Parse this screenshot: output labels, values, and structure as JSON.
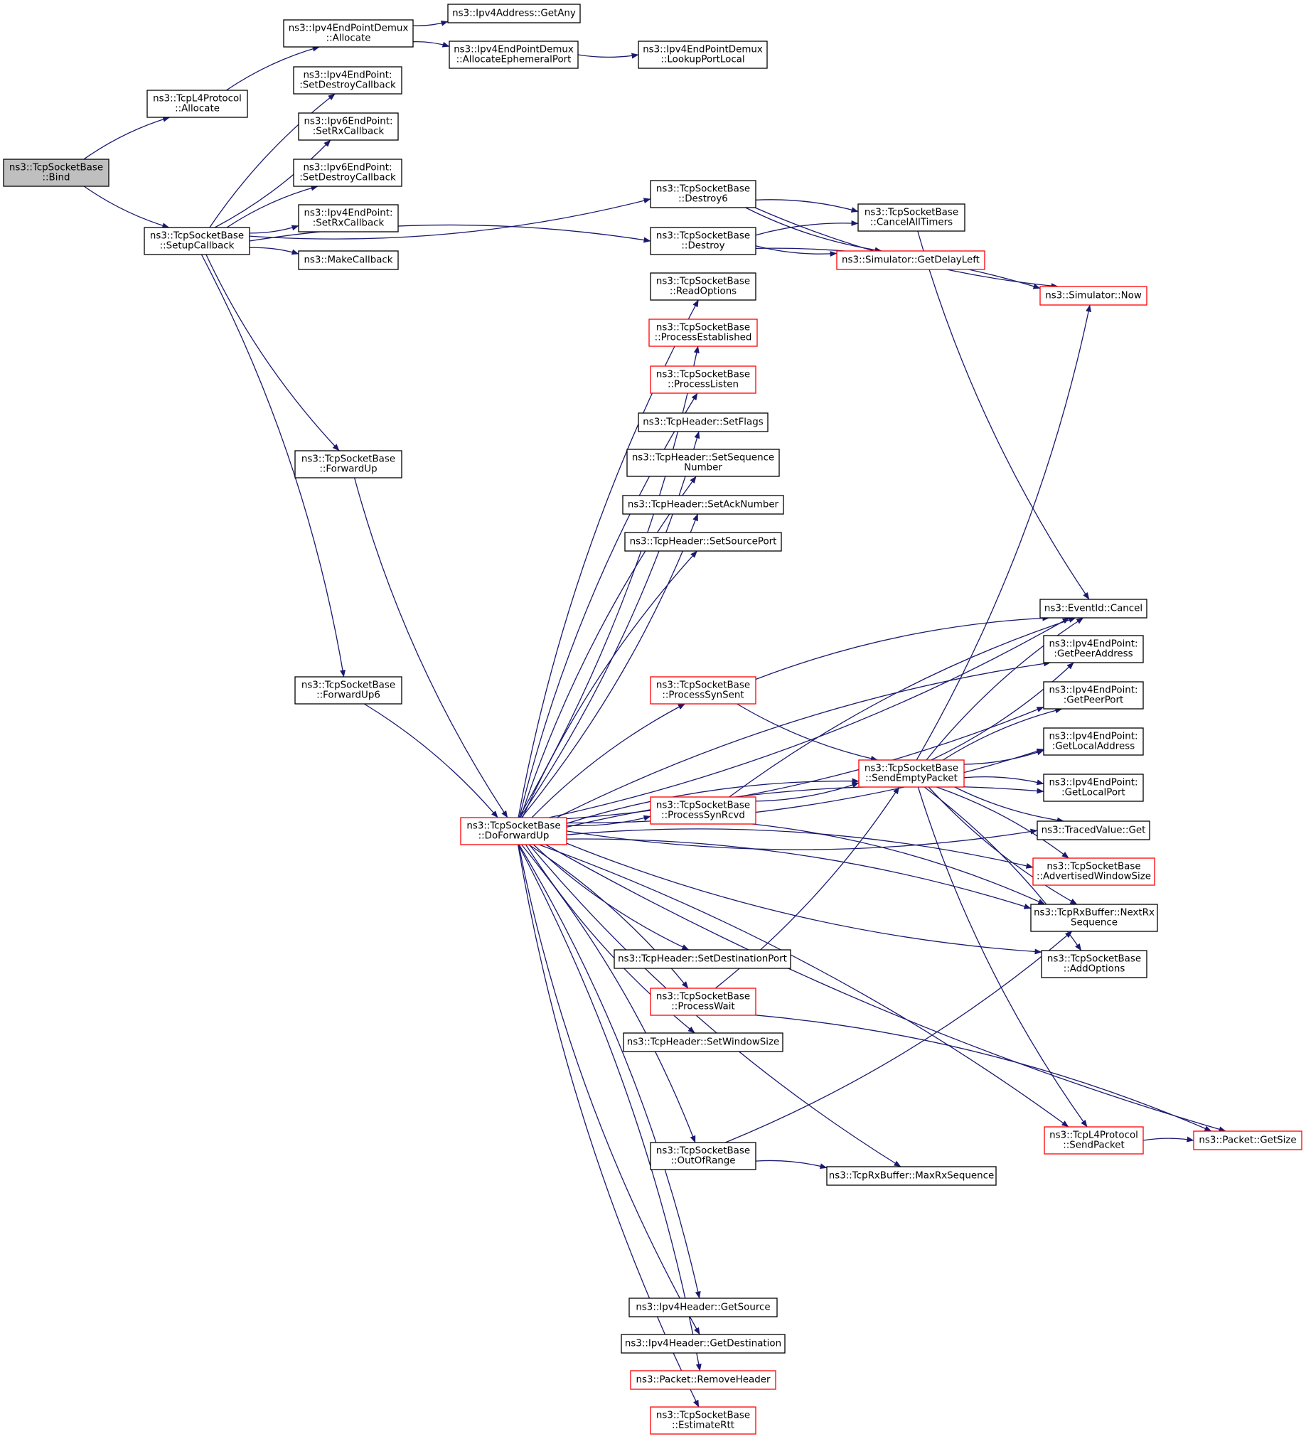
{
  "colors": {
    "edge": "#191970",
    "node_border": "#000000",
    "node_border_truncated": "#ff0000",
    "node_fill": "#ffffff",
    "root_fill": "#bfbfbf",
    "text": "#000000"
  },
  "nodes": [
    {
      "id": "bind",
      "lines": [
        "ns3::TcpSocketBase",
        "::Bind"
      ],
      "root": true
    },
    {
      "id": "l4alloc",
      "lines": [
        "ns3::TcpL4Protocol",
        "::Allocate"
      ]
    },
    {
      "id": "setupcb",
      "lines": [
        "ns3::TcpSocketBase",
        "::SetupCallback"
      ]
    },
    {
      "id": "demuxalloc",
      "lines": [
        "ns3::Ipv4EndPointDemux",
        "::Allocate"
      ]
    },
    {
      "id": "getany",
      "lines": [
        "ns3::Ipv4Address::GetAny"
      ]
    },
    {
      "id": "ephemeral",
      "lines": [
        "ns3::Ipv4EndPointDemux",
        "::AllocateEphemeralPort"
      ]
    },
    {
      "id": "lookup",
      "lines": [
        "ns3::Ipv4EndPointDemux",
        "::LookupPortLocal"
      ]
    },
    {
      "id": "ep4destroy",
      "lines": [
        "ns3::Ipv4EndPoint:",
        ":SetDestroyCallback"
      ]
    },
    {
      "id": "ep6rx",
      "lines": [
        "ns3::Ipv6EndPoint:",
        ":SetRxCallback"
      ]
    },
    {
      "id": "ep6destroy",
      "lines": [
        "ns3::Ipv6EndPoint:",
        ":SetDestroyCallback"
      ]
    },
    {
      "id": "ep4rx",
      "lines": [
        "ns3::Ipv4EndPoint:",
        ":SetRxCallback"
      ]
    },
    {
      "id": "makecb",
      "lines": [
        "ns3::MakeCallback"
      ]
    },
    {
      "id": "fwdup",
      "lines": [
        "ns3::TcpSocketBase",
        "::ForwardUp"
      ]
    },
    {
      "id": "fwdup6",
      "lines": [
        "ns3::TcpSocketBase",
        "::ForwardUp6"
      ]
    },
    {
      "id": "doforward",
      "lines": [
        "ns3::TcpSocketBase",
        "::DoForwardUp"
      ],
      "truncated": true
    },
    {
      "id": "destroy6",
      "lines": [
        "ns3::TcpSocketBase",
        "::Destroy6"
      ]
    },
    {
      "id": "destroy",
      "lines": [
        "ns3::TcpSocketBase",
        "::Destroy"
      ]
    },
    {
      "id": "cancelall",
      "lines": [
        "ns3::TcpSocketBase",
        "::CancelAllTimers"
      ]
    },
    {
      "id": "getdelay",
      "lines": [
        "ns3::Simulator::GetDelayLeft"
      ],
      "truncated": true
    },
    {
      "id": "now",
      "lines": [
        "ns3::Simulator::Now"
      ],
      "truncated": true
    },
    {
      "id": "readopts",
      "lines": [
        "ns3::TcpSocketBase",
        "::ReadOptions"
      ]
    },
    {
      "id": "procest",
      "lines": [
        "ns3::TcpSocketBase",
        "::ProcessEstablished"
      ],
      "truncated": true
    },
    {
      "id": "proclisten",
      "lines": [
        "ns3::TcpSocketBase",
        "::ProcessListen"
      ],
      "truncated": true
    },
    {
      "id": "setflags",
      "lines": [
        "ns3::TcpHeader::SetFlags"
      ]
    },
    {
      "id": "setseq",
      "lines": [
        "ns3::TcpHeader::SetSequence",
        "Number"
      ]
    },
    {
      "id": "setack",
      "lines": [
        "ns3::TcpHeader::SetAckNumber"
      ]
    },
    {
      "id": "setsrcport",
      "lines": [
        "ns3::TcpHeader::SetSourcePort"
      ]
    },
    {
      "id": "evcancel",
      "lines": [
        "ns3::EventId::Cancel"
      ]
    },
    {
      "id": "getpeeraddr",
      "lines": [
        "ns3::Ipv4EndPoint:",
        ":GetPeerAddress"
      ]
    },
    {
      "id": "getpeerport",
      "lines": [
        "ns3::Ipv4EndPoint:",
        ":GetPeerPort"
      ]
    },
    {
      "id": "getlocaladdr",
      "lines": [
        "ns3::Ipv4EndPoint:",
        ":GetLocalAddress"
      ]
    },
    {
      "id": "getlocalport",
      "lines": [
        "ns3::Ipv4EndPoint:",
        ":GetLocalPort"
      ]
    },
    {
      "id": "tracedget",
      "lines": [
        "ns3::TracedValue::Get"
      ]
    },
    {
      "id": "advwin",
      "lines": [
        "ns3::TcpSocketBase",
        "::AdvertisedWindowSize"
      ],
      "truncated": true
    },
    {
      "id": "nextrx",
      "lines": [
        "ns3::TcpRxBuffer::NextRx",
        "Sequence"
      ]
    },
    {
      "id": "addopts",
      "lines": [
        "ns3::TcpSocketBase",
        "::AddOptions"
      ]
    },
    {
      "id": "synsent",
      "lines": [
        "ns3::TcpSocketBase",
        "::ProcessSynSent"
      ],
      "truncated": true
    },
    {
      "id": "sendempty",
      "lines": [
        "ns3::TcpSocketBase",
        "::SendEmptyPacket"
      ],
      "truncated": true
    },
    {
      "id": "synrcvd",
      "lines": [
        "ns3::TcpSocketBase",
        "::ProcessSynRcvd"
      ],
      "truncated": true
    },
    {
      "id": "setdstport",
      "lines": [
        "ns3::TcpHeader::SetDestinationPort"
      ]
    },
    {
      "id": "procwait",
      "lines": [
        "ns3::TcpSocketBase",
        "::ProcessWait"
      ],
      "truncated": true
    },
    {
      "id": "setwin",
      "lines": [
        "ns3::TcpHeader::SetWindowSize"
      ]
    },
    {
      "id": "outofrange",
      "lines": [
        "ns3::TcpSocketBase",
        "::OutOfRange"
      ]
    },
    {
      "id": "maxrx",
      "lines": [
        "ns3::TcpRxBuffer::MaxRxSequence"
      ]
    },
    {
      "id": "l4send",
      "lines": [
        "ns3::TcpL4Protocol",
        "::SendPacket"
      ],
      "truncated": true
    },
    {
      "id": "getsize",
      "lines": [
        "ns3::Packet::GetSize"
      ],
      "truncated": true
    },
    {
      "id": "getsource",
      "lines": [
        "ns3::Ipv4Header::GetSource"
      ]
    },
    {
      "id": "getdest",
      "lines": [
        "ns3::Ipv4Header::GetDestination"
      ]
    },
    {
      "id": "removehdr",
      "lines": [
        "ns3::Packet::RemoveHeader"
      ],
      "truncated": true
    },
    {
      "id": "estrtt",
      "lines": [
        "ns3::TcpSocketBase",
        "::EstimateRtt"
      ],
      "truncated": true
    }
  ],
  "edges": [
    [
      "bind",
      "l4alloc"
    ],
    [
      "bind",
      "setupcb"
    ],
    [
      "l4alloc",
      "demuxalloc"
    ],
    [
      "demuxalloc",
      "getany"
    ],
    [
      "demuxalloc",
      "ephemeral"
    ],
    [
      "ephemeral",
      "lookup"
    ],
    [
      "setupcb",
      "ep4destroy"
    ],
    [
      "setupcb",
      "ep6rx"
    ],
    [
      "setupcb",
      "ep6destroy"
    ],
    [
      "setupcb",
      "ep4rx"
    ],
    [
      "setupcb",
      "makecb"
    ],
    [
      "setupcb",
      "destroy6"
    ],
    [
      "setupcb",
      "destroy"
    ],
    [
      "setupcb",
      "fwdup"
    ],
    [
      "setupcb",
      "fwdup6"
    ],
    [
      "fwdup",
      "doforward"
    ],
    [
      "fwdup6",
      "doforward"
    ],
    [
      "destroy6",
      "now"
    ],
    [
      "destroy6",
      "cancelall"
    ],
    [
      "destroy6",
      "getdelay"
    ],
    [
      "destroy",
      "cancelall"
    ],
    [
      "destroy",
      "getdelay"
    ],
    [
      "destroy",
      "now"
    ],
    [
      "cancelall",
      "evcancel"
    ],
    [
      "doforward",
      "readopts"
    ],
    [
      "doforward",
      "procest"
    ],
    [
      "doforward",
      "proclisten"
    ],
    [
      "doforward",
      "setflags"
    ],
    [
      "doforward",
      "setseq"
    ],
    [
      "doforward",
      "setack"
    ],
    [
      "doforward",
      "setsrcport"
    ],
    [
      "doforward",
      "evcancel"
    ],
    [
      "doforward",
      "getpeeraddr"
    ],
    [
      "doforward",
      "getpeerport"
    ],
    [
      "doforward",
      "synsent"
    ],
    [
      "doforward",
      "getlocaladdr"
    ],
    [
      "doforward",
      "sendempty"
    ],
    [
      "doforward",
      "synrcvd"
    ],
    [
      "doforward",
      "getlocalport"
    ],
    [
      "doforward",
      "tracedget"
    ],
    [
      "doforward",
      "advwin"
    ],
    [
      "doforward",
      "setdstport"
    ],
    [
      "doforward",
      "procwait"
    ],
    [
      "doforward",
      "setwin"
    ],
    [
      "doforward",
      "nextrx"
    ],
    [
      "doforward",
      "addopts"
    ],
    [
      "doforward",
      "outofrange"
    ],
    [
      "doforward",
      "maxrx"
    ],
    [
      "doforward",
      "l4send"
    ],
    [
      "doforward",
      "getsize"
    ],
    [
      "doforward",
      "getsource"
    ],
    [
      "doforward",
      "getdest"
    ],
    [
      "doforward",
      "removehdr"
    ],
    [
      "doforward",
      "estrtt"
    ],
    [
      "synsent",
      "evcancel"
    ],
    [
      "synsent",
      "sendempty"
    ],
    [
      "synrcvd",
      "evcancel"
    ],
    [
      "synrcvd",
      "sendempty"
    ],
    [
      "synrcvd",
      "nextrx"
    ],
    [
      "procwait",
      "sendempty"
    ],
    [
      "procwait",
      "getsize"
    ],
    [
      "outofrange",
      "nextrx"
    ],
    [
      "outofrange",
      "maxrx"
    ],
    [
      "sendempty",
      "now"
    ],
    [
      "sendempty",
      "evcancel"
    ],
    [
      "sendempty",
      "getpeeraddr"
    ],
    [
      "sendempty",
      "getpeerport"
    ],
    [
      "sendempty",
      "getlocaladdr"
    ],
    [
      "sendempty",
      "getlocalport"
    ],
    [
      "sendempty",
      "tracedget"
    ],
    [
      "sendempty",
      "advwin"
    ],
    [
      "sendempty",
      "nextrx"
    ],
    [
      "sendempty",
      "addopts"
    ],
    [
      "sendempty",
      "l4send"
    ],
    [
      "l4send",
      "getsize"
    ]
  ]
}
